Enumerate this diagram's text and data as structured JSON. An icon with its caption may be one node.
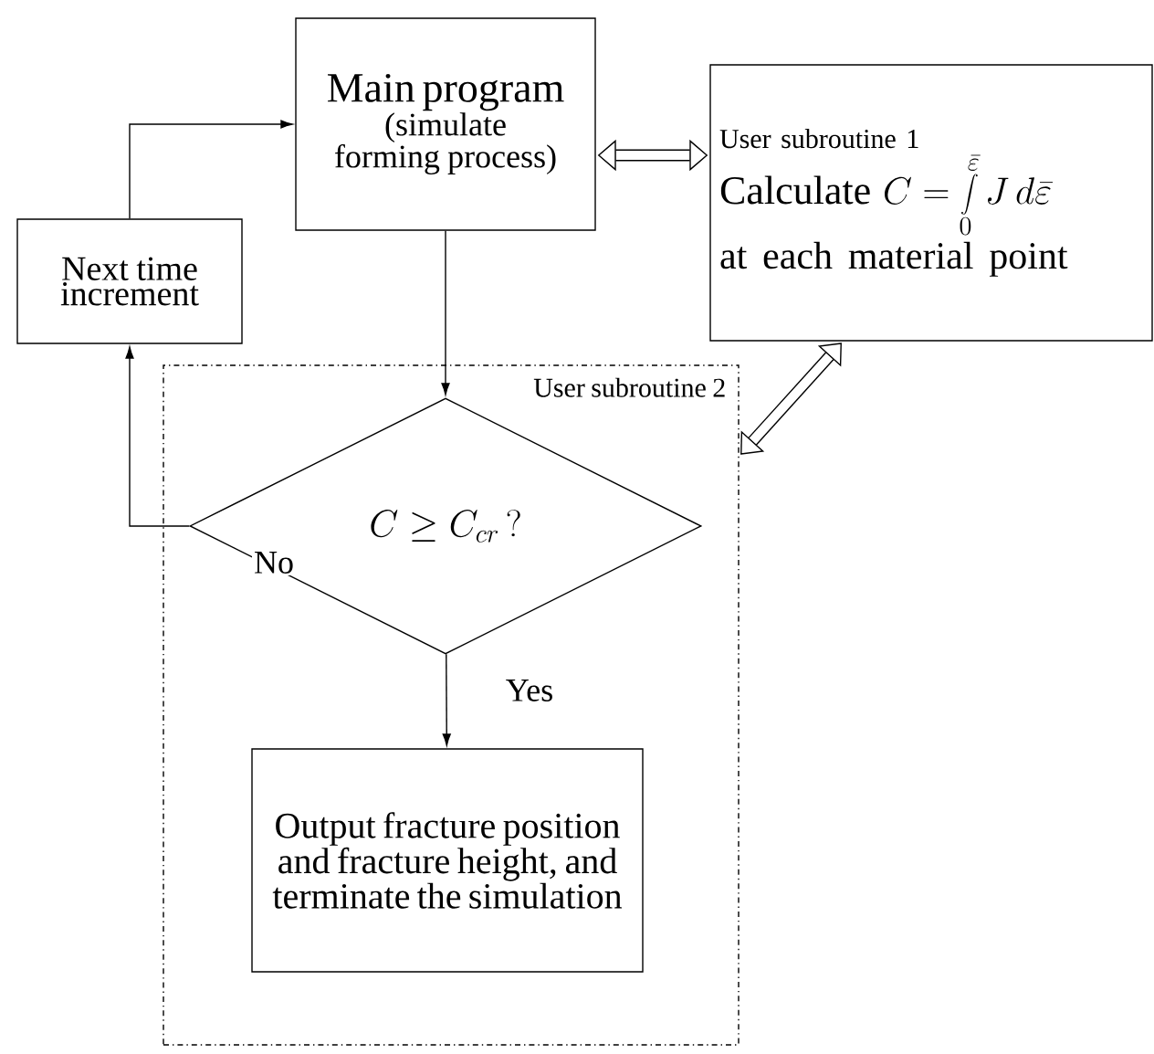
{
  "diagram": {
    "nodes": [
      {
        "text": [
          "Main program",
          "(simulate forming process)"
        ]
      },
      {
        "text": [
          "User subroutine 1",
          "Calculate",
          "C = \\int\\limits_{0}^{\\bar{\\varepsilon}} J\\,d\\bar{\\varepsilon}",
          "at each material point"
        ]
      },
      {
        "text": [
          "Next time increment"
        ]
      },
      {
        "text": [
          "User subroutine 2"
        ]
      },
      {
        "text": [
          "C \\geq C_{cr}\\ ?"
        ],
        "in": 3
      },
      {
        "text": [
          "Output fracture position and fracture height, and terminate the simulation"
        ],
        "in": 3
      }
    ],
    "edges": [
      {
        "from": 2,
        "to": 0,
        "arrow": "to"
      },
      {
        "from": 0,
        "to": 1,
        "arrow": "both",
        "style": "thick"
      },
      {
        "from": 0,
        "to": 4,
        "arrow": "to"
      },
      {
        "from": 1,
        "to": 3,
        "arrow": "both",
        "style": "thick"
      },
      {
        "from": 4,
        "to": 2,
        "arrow": "to",
        "label": "No"
      },
      {
        "from": 4,
        "to": 5,
        "arrow": "to",
        "label": "Yes"
      }
    ]
  }
}
